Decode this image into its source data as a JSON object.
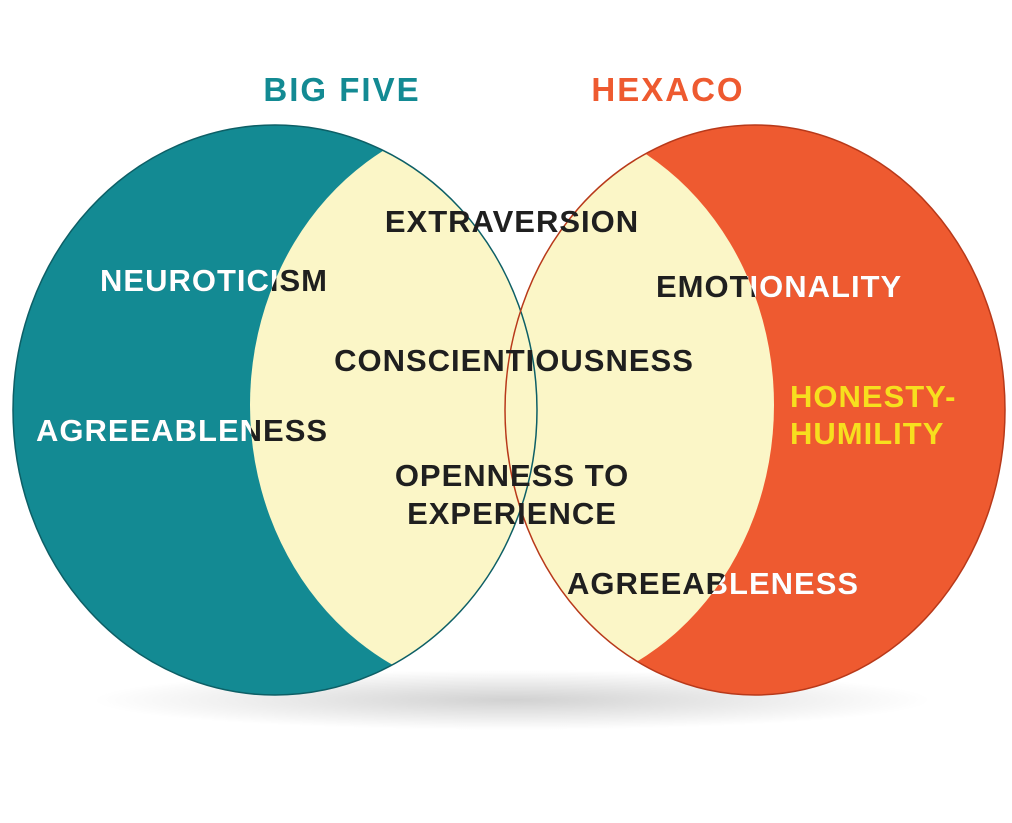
{
  "titles": {
    "big_five": "BIG FIVE",
    "hexaco": "HEXACO"
  },
  "colors": {
    "big_five": "#138a93",
    "hexaco": "#ee5a30",
    "overlap": "#fbf6c7",
    "text_light": "#ffffff",
    "text_dark": "#1f1f1f",
    "honesty": "#f7df1e"
  },
  "big_five_only": {
    "neuroticism": "NEUROTICISM",
    "agreeableness": "AGREEABLENESS"
  },
  "shared": {
    "extraversion": "EXTRAVERSION",
    "conscientiousness": "CONSCIENTIOUSNESS",
    "openness_line1": "OPENNESS TO",
    "openness_line2": "EXPERIENCE"
  },
  "hexaco_only": {
    "emotionality": "EMOTIONALITY",
    "honesty_line1": "HONESTY-",
    "honesty_line2": "HUMILITY",
    "agreeableness": "AGREEABLENESS"
  }
}
